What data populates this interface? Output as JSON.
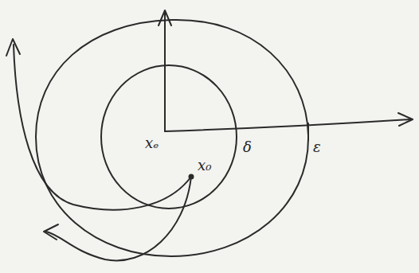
{
  "diagram": {
    "labels": [
      "xₑ",
      "x₀",
      "δ",
      "ε"
    ]
  }
}
